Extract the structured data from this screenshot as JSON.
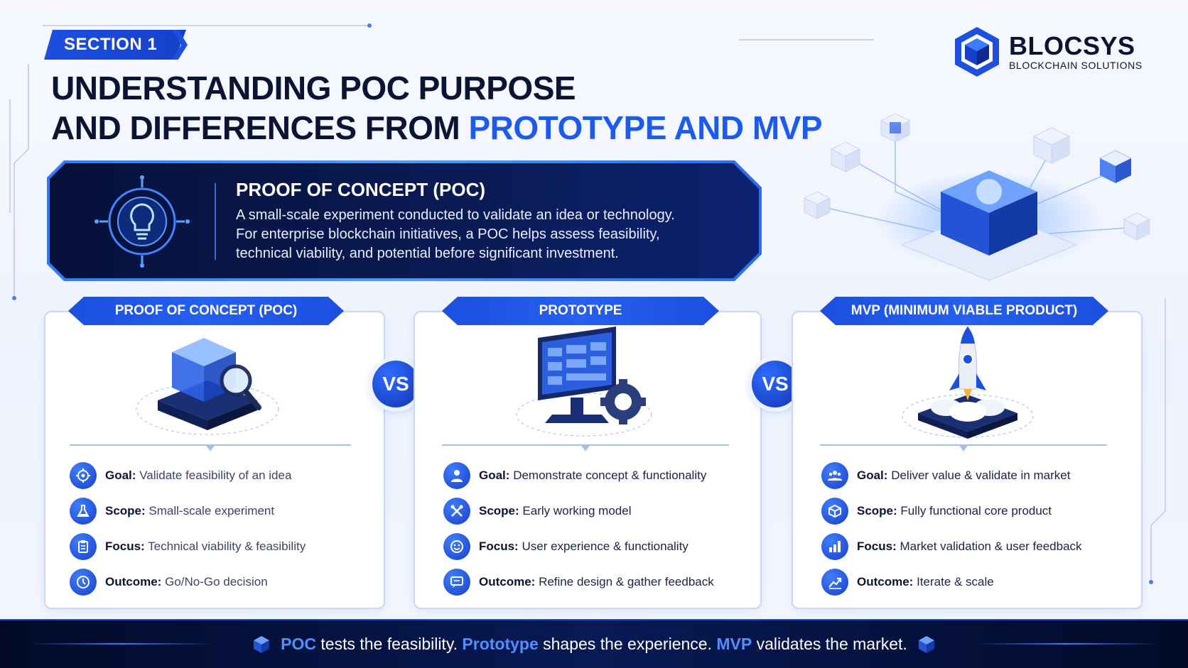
{
  "header": {
    "section_label": "SECTION 1",
    "title_line1": "UNDERSTANDING POC PURPOSE",
    "title_line2_prefix": "AND DIFFERENCES FROM ",
    "title_line2_accent": "PROTOTYPE AND MVP"
  },
  "logo": {
    "name": "BLOCSYS",
    "tagline": "BLOCKCHAIN SOLUTIONS",
    "icon": "hexagon-cube-icon"
  },
  "definition": {
    "icon": "lightbulb-icon",
    "title": "PROOF OF CONCEPT (POC)",
    "line1": "A small-scale experiment conducted to validate an idea or technology.",
    "line2": "For enterprise blockchain initiatives, a POC helps assess feasibility,",
    "line3": "technical viability, and potential before significant investment."
  },
  "vs_label": "VS",
  "columns": [
    {
      "title": "PROOF OF CONCEPT (POC)",
      "art": "cube-magnifier-illustration",
      "rows": [
        {
          "icon": "target-icon",
          "label": "Goal:",
          "value": "Validate feasibility of an idea"
        },
        {
          "icon": "flask-icon",
          "label": "Scope:",
          "value": "Small-scale experiment"
        },
        {
          "icon": "clipboard-icon",
          "label": "Focus:",
          "value": "Technical viability & feasibility"
        },
        {
          "icon": "clock-icon",
          "label": "Outcome:",
          "value": "Go/No-Go decision"
        }
      ]
    },
    {
      "title": "PROTOTYPE",
      "art": "monitor-gear-illustration",
      "rows": [
        {
          "icon": "user-icon",
          "label": "Goal:",
          "value": "Demonstrate concept & functionality"
        },
        {
          "icon": "tools-icon",
          "label": "Scope:",
          "value": "Early working model"
        },
        {
          "icon": "smiley-icon",
          "label": "Focus:",
          "value": "User experience & functionality"
        },
        {
          "icon": "chat-icon",
          "label": "Outcome:",
          "value": "Refine design & gather feedback"
        }
      ]
    },
    {
      "title": "MVP (MINIMUM VIABLE PRODUCT)",
      "art": "rocket-launch-illustration",
      "rows": [
        {
          "icon": "group-icon",
          "label": "Goal:",
          "value": "Deliver value & validate in market"
        },
        {
          "icon": "box-icon",
          "label": "Scope:",
          "value": "Fully functional core product"
        },
        {
          "icon": "bar-chart-icon",
          "label": "Focus:",
          "value": "Market validation & user feedback"
        },
        {
          "icon": "trend-icon",
          "label": "Outcome:",
          "value": "Iterate & scale"
        }
      ]
    }
  ],
  "footer": {
    "poc": "POC",
    "poc_text": " tests the feasibility. ",
    "prototype": "Prototype",
    "prototype_text": " shapes the experience. ",
    "mvp": "MVP",
    "mvp_text": " validates the market."
  },
  "colors": {
    "accent": "#1d5bf0",
    "navy": "#0b1533",
    "banner": "#06113a"
  }
}
